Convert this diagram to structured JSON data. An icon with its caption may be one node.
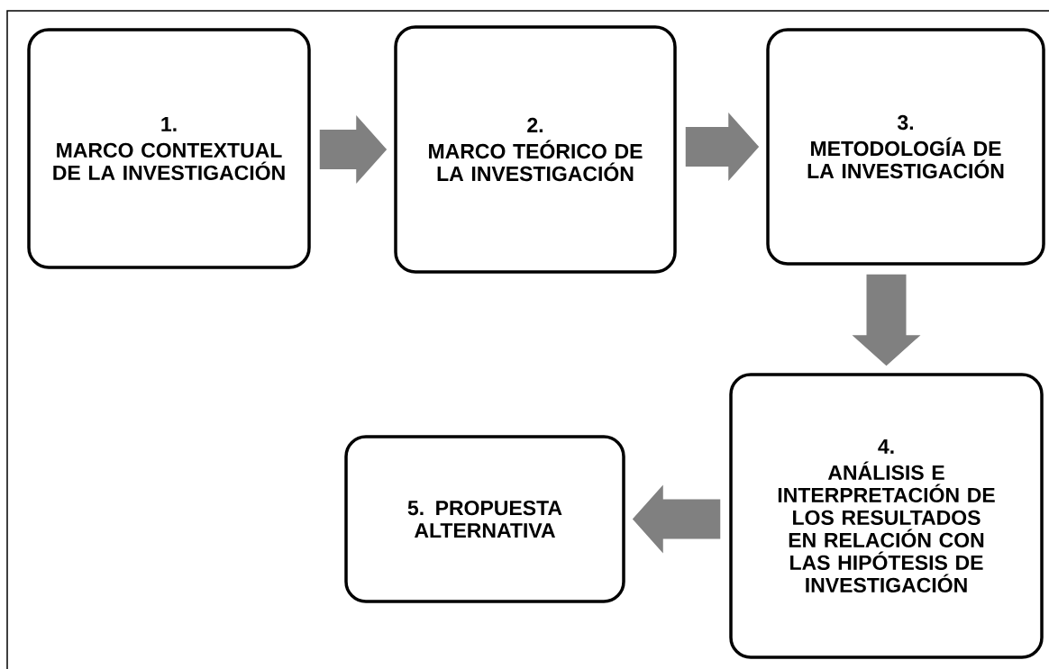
{
  "diagram": {
    "nodes": [
      {
        "text": [
          "1.",
          "MARCO CONTEXTUAL DE LA INVESTIGACIÓN"
        ]
      },
      {
        "text": [
          "2.",
          "MARCO TEÓRICO DE LA INVESTIGACIÓN"
        ]
      },
      {
        "text": [
          "3.",
          "METODOLOGÍA DE LA INVESTIGACIÓN"
        ]
      },
      {
        "text": [
          "4.",
          "ANÁLISIS E INTERPRETACIÓN DE LOS RESULTADOS EN RELACIÓN CON LAS HIPÓTESIS DE INVESTIGACIÓN"
        ]
      },
      {
        "text": [
          "5. PROPUESTA ALTERNATIVA"
        ]
      }
    ],
    "edges": [
      {
        "from": 0,
        "to": 1,
        "arrow": "to"
      },
      {
        "from": 1,
        "to": 2,
        "arrow": "to"
      },
      {
        "from": 2,
        "to": 3,
        "arrow": "to"
      },
      {
        "from": 3,
        "to": 4,
        "arrow": "to"
      }
    ]
  }
}
